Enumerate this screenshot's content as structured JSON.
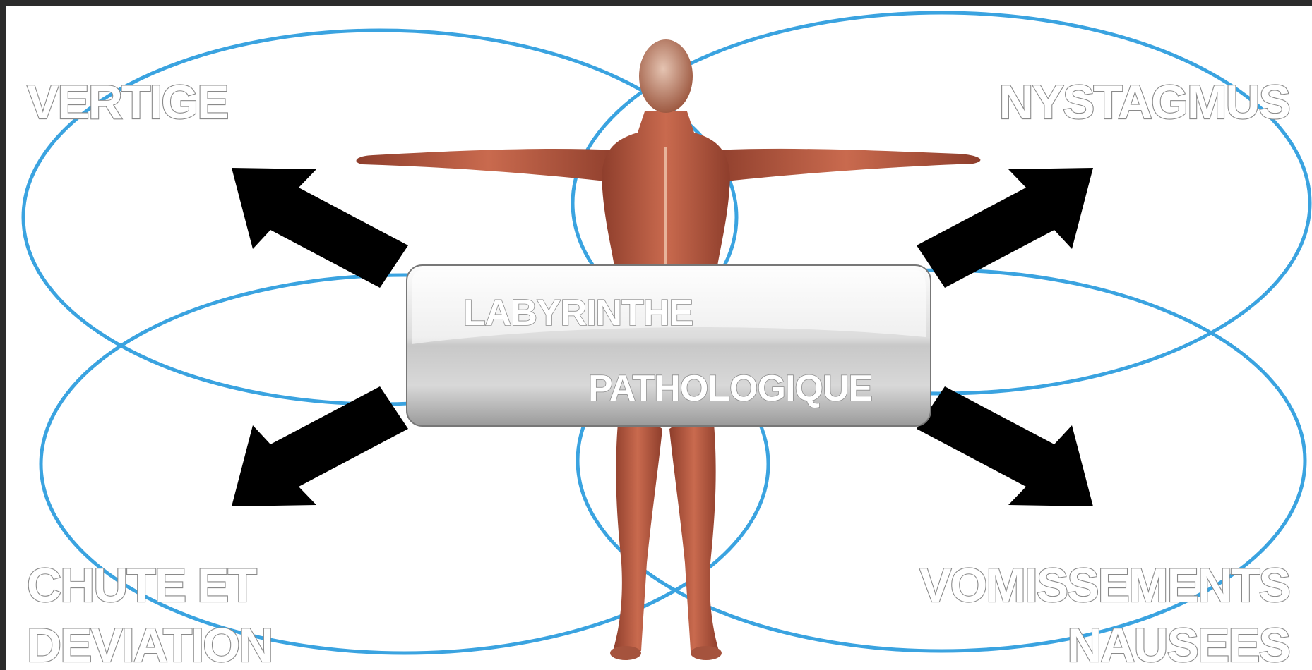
{
  "diagram": {
    "center": {
      "line1": "LABYRINTHE",
      "line2": "PATHOLOGIQUE"
    },
    "symptoms": {
      "top_left": "VERTIGE",
      "top_right": "NYSTAGMUS",
      "bottom_left_line1": "CHUTE ET",
      "bottom_left_line2": "DEVIATION",
      "bottom_right_line1": "VOMISSEMENTS",
      "bottom_right_line2": "NAUSEES"
    },
    "colors": {
      "ellipse": "#3aa3e0",
      "arrow": "#000000",
      "box_light": "#f5f5f5",
      "box_dark": "#9c9c9c",
      "muscle": "#b4553e",
      "frame": "#2b2b2b"
    }
  }
}
